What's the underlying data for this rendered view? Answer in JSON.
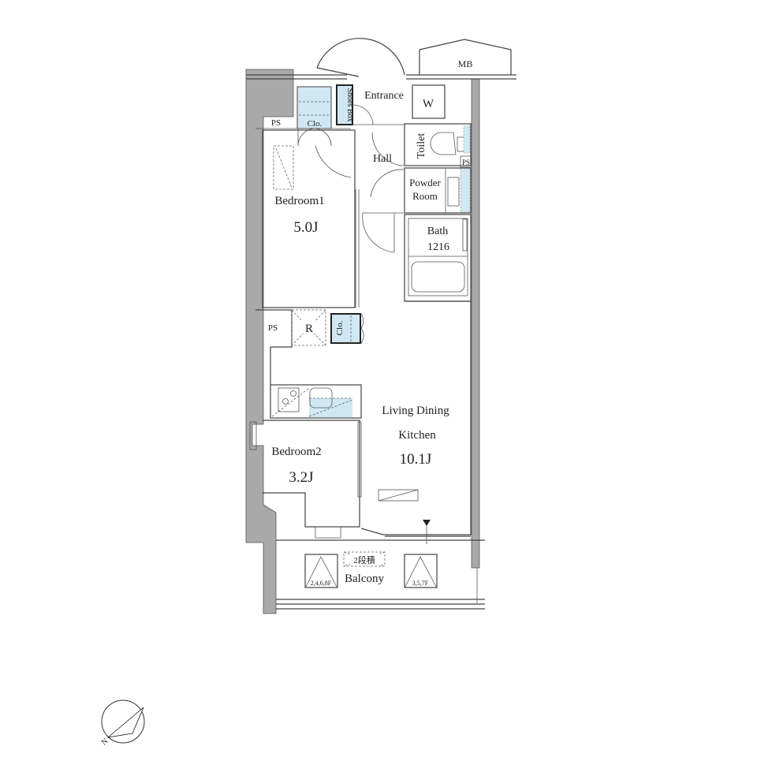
{
  "floor_plan": {
    "rooms": {
      "entrance": "Entrance",
      "mb": "MB",
      "washer": "W",
      "shoes_box": "Shoes Box",
      "closet1": "Clo.",
      "ps1": "PS",
      "hall": "Hall",
      "toilet": "Toilet",
      "ps2": "PS",
      "powder_room_line1": "Powder",
      "powder_room_line2": "Room",
      "bath": "Bath",
      "bath_size": "1216",
      "bedroom1": "Bedroom1",
      "bedroom1_size": "5.0J",
      "ps3": "PS",
      "refrigerator": "R",
      "closet2": "Clo.",
      "ldk_line1": "Living Dining",
      "ldk_line2": "Kitchen",
      "ldk_size": "10.1J",
      "bedroom2": "Bedroom2",
      "bedroom2_size": "3.2J",
      "balcony": "Balcony",
      "stack_note": "2段積",
      "hatch_left": "2,4,6,8F",
      "hatch_right": "3,5,7F"
    },
    "compass": {
      "label": "N"
    },
    "colors": {
      "storage": "#cfe8f3",
      "wall": "#a9a9a9"
    }
  }
}
